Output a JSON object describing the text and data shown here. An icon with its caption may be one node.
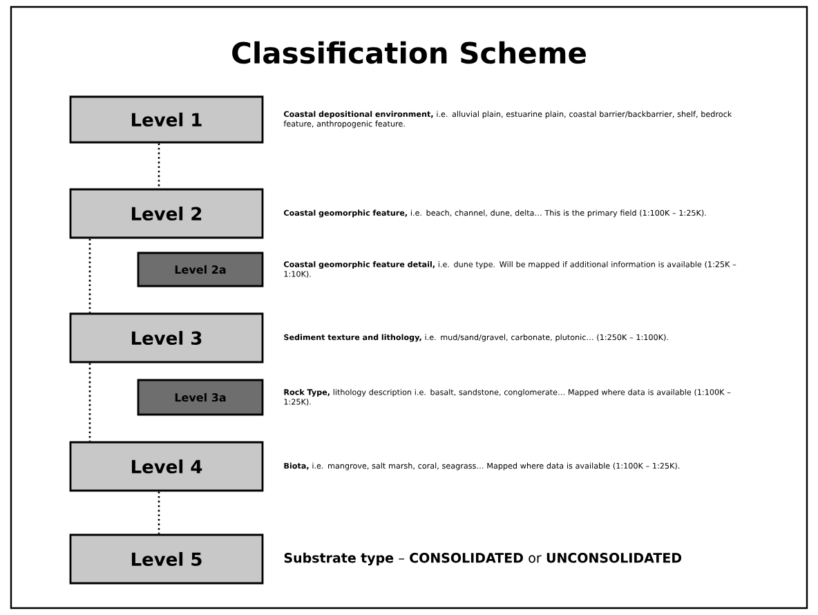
{
  "diagram": {
    "title": "Classification Scheme",
    "nodes": [
      {
        "text": [
          "Level 1"
        ],
        "beside": [
          "**Coastal depositional environment,** i.e. alluvial plain, estuarine plain, coastal barrier/backbarrier, shelf, bedrock feature, anthropogenic feature."
        ]
      },
      {
        "text": [
          "Level 2"
        ],
        "beside": [
          "**Coastal geomorphic feature,** i.e. beach, channel, dune, delta… This is the primary field (1:100K – 1:25K)."
        ]
      },
      {
        "text": [
          "Level 2a"
        ],
        "beside": [
          "**Coastal geomorphic feature detail,** i.e. dune type. Will be mapped if additional information is available (1:25K – 1:10K)."
        ]
      },
      {
        "text": [
          "Level 3"
        ],
        "beside": [
          "**Sediment texture and lithology,** i.e. mud/sand/gravel, carbonate, plutonic… (1:250K – 1:100K)."
        ]
      },
      {
        "text": [
          "Level 3a"
        ],
        "beside": [
          "**Rock Type,** lithology description i.e. basalt, sandstone, conglomerate… Mapped where data is available (1:100K – 1:25K)."
        ]
      },
      {
        "text": [
          "Level 4"
        ],
        "beside": [
          "**Biota,** i.e. mangrove, salt marsh, coral, seagrass… Mapped where data is available (1:100K – 1:25K)."
        ]
      },
      {
        "text": [
          "Level 5"
        ],
        "beside": [
          "**Substrate type** – **CONSOLIDATED** or **UNCONSOLIDATED**"
        ]
      }
    ],
    "edges": [
      {
        "from": 0,
        "to": 1,
        "arrow": "none"
      },
      {
        "from": 1,
        "to": 3,
        "arrow": "none"
      },
      {
        "from": 3,
        "to": 5,
        "arrow": "none"
      },
      {
        "from": 5,
        "to": 6,
        "arrow": "none"
      }
    ]
  }
}
